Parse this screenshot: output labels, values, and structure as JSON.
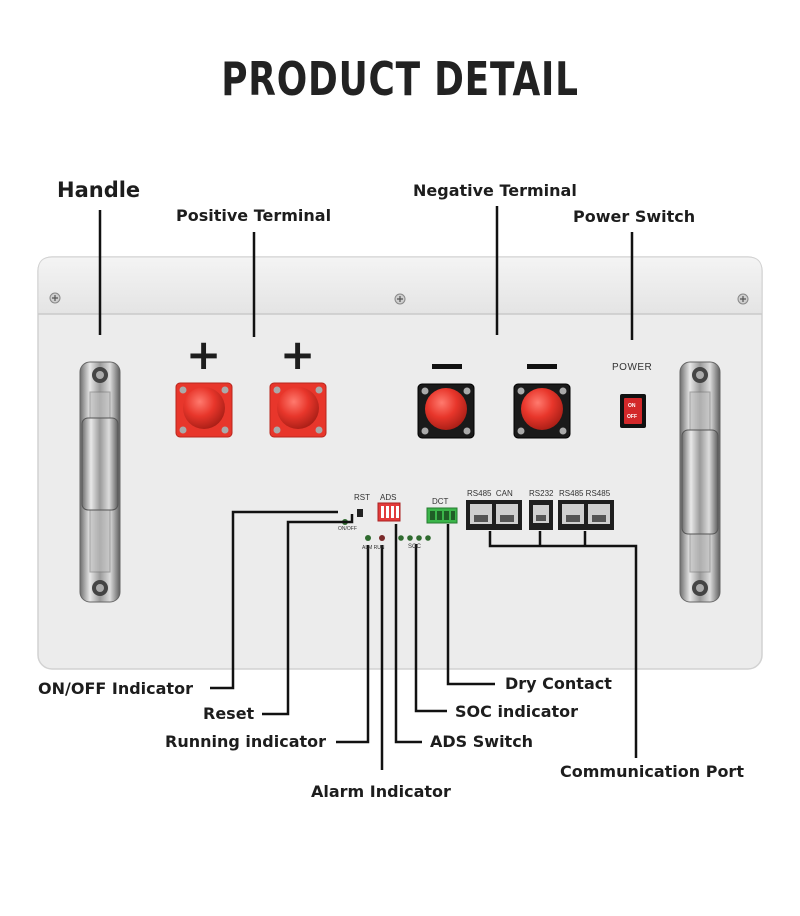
{
  "title": "PRODUCT DETAIL",
  "callouts": {
    "handle": "Handle",
    "positive_terminal": "Positive Terminal",
    "negative_terminal": "Negative Terminal",
    "power_switch": "Power Switch",
    "onoff_indicator": "ON/OFF Indicator",
    "reset": "Reset",
    "running_indicator": "Running indicator",
    "alarm_indicator": "Alarm Indicator",
    "dry_contact": "Dry Contact",
    "soc_indicator": "SOC indicator",
    "ads_switch": "ADS Switch",
    "communication_port": "Communication Port"
  },
  "panel": {
    "power": "POWER",
    "switch_on": "ON",
    "switch_off": "OFF",
    "rst": "RST",
    "ads": "ADS",
    "onoff": "ON/OFF",
    "alm_run": "ALM RUN",
    "soc": "SOC",
    "dct": "DCT",
    "rs485_can": "RS485  CAN",
    "rs232": "RS232",
    "rs485_rs485": "RS485 RS485",
    "plus_1": "+",
    "plus_2": "+"
  },
  "colors": {
    "terminal_red": "#e8362b",
    "dry_contact_green": "#3bb54a",
    "ads_red": "#e23b3b"
  }
}
